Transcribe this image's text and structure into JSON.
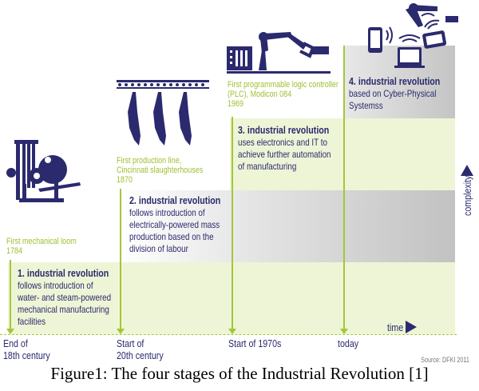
{
  "stages": [
    {
      "title": "1. industrial revolution",
      "desc": [
        "follows introduction of",
        "water- and steam-powered",
        "mechanical manufacturing",
        "facilities"
      ],
      "milestone": [
        "First mechanical loom",
        "1784"
      ],
      "time": [
        "End of",
        "18th century"
      ]
    },
    {
      "title": "2. industrial revolution",
      "desc": [
        "follows introduction of",
        "electrically-powered mass",
        "production based on the",
        "division of labour"
      ],
      "milestone": [
        "First production line,",
        "Cincinnati slaughterhouses",
        "1870"
      ],
      "time": [
        "Start of",
        "20th century"
      ]
    },
    {
      "title": "3. industrial revolution",
      "desc": [
        "uses electronics and IT to",
        "achieve further automation",
        "of manufacturing"
      ],
      "milestone": [
        "First programmable logic controller",
        "(PLC), Modicon 084",
        "1969"
      ],
      "time": [
        "Start of 1970s"
      ]
    },
    {
      "title": "4. industrial revolution",
      "desc": [
        "based on Cyber-Physical",
        "Systemss"
      ],
      "time": [
        "today"
      ]
    }
  ],
  "axes": {
    "x": "time",
    "y": "complexity"
  },
  "source": "Source: DFKI 2011",
  "caption": "Figure1: The four stages of the Industrial Revolution [1]",
  "colors": {
    "navy": "#2b2a6e",
    "green": "#9cc030",
    "band_green": "#eef5d6",
    "band_gray": "#c2c2c2"
  }
}
